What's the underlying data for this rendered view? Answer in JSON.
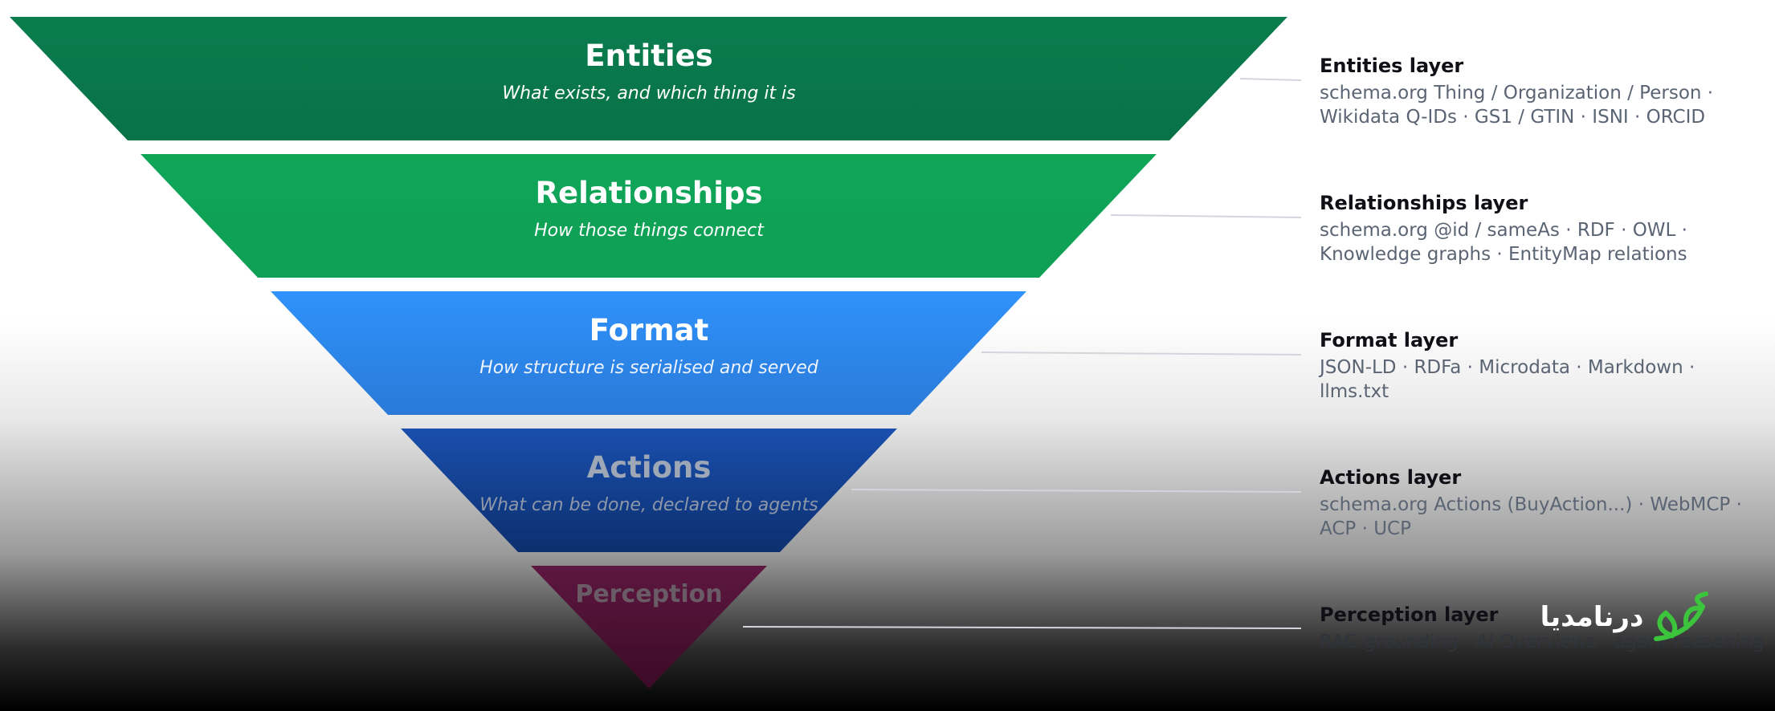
{
  "layers": [
    {
      "title": "Entities",
      "subtitle": "What exists, and which thing it is",
      "color_top": "#0a7d4d",
      "color_bottom": "#087247",
      "title_color": "#ffffff",
      "subtitle_color": "#ffffff"
    },
    {
      "title": "Relationships",
      "subtitle": "How those things connect",
      "color_top": "#0fa658",
      "color_bottom": "#0f9f55",
      "title_color": "#ffffff",
      "subtitle_color": "#ffffff"
    },
    {
      "title": "Format",
      "subtitle": "How structure is serialised and served",
      "color_top": "#2f92fb",
      "color_bottom": "#2a7ad8",
      "title_color": "#ffffff",
      "subtitle_color": "#eef4ff"
    },
    {
      "title": "Actions",
      "subtitle": "What can be done, declared to agents",
      "color_top": "#1a4fae",
      "color_bottom": "#0c2f6e",
      "title_color": "#9ea7b6",
      "subtitle_color": "#8d97a8"
    },
    {
      "title": "Perception",
      "subtitle": "",
      "color_top": "#5e1740",
      "color_bottom": "#3b0a26",
      "title_color": "#6a5c66",
      "subtitle_color": "#6a5c66"
    }
  ],
  "side_labels": [
    {
      "title": "Entities layer",
      "lines": [
        "schema.org Thing / Organization / Person ·",
        "Wikidata Q-IDs · GS1 / GTIN · ISNI · ORCID"
      ]
    },
    {
      "title": "Relationships layer",
      "lines": [
        "schema.org @id / sameAs · RDF · OWL ·",
        "Knowledge graphs · EntityMap relations"
      ]
    },
    {
      "title": "Format layer",
      "lines": [
        "JSON-LD · RDFa · Microdata · Markdown ·",
        "llms.txt"
      ]
    },
    {
      "title": "Actions layer",
      "lines": [
        "schema.org Actions (BuyAction...) · WebMCP ·",
        "ACP · UCP"
      ]
    },
    {
      "title": "Perception layer",
      "lines": [
        "RAG grounding · AI Overviews · agent reasoning"
      ]
    }
  ],
  "watermark": {
    "text": "درنامدیا",
    "color": "#ffffff",
    "leaf_color": "#3cc43c"
  }
}
